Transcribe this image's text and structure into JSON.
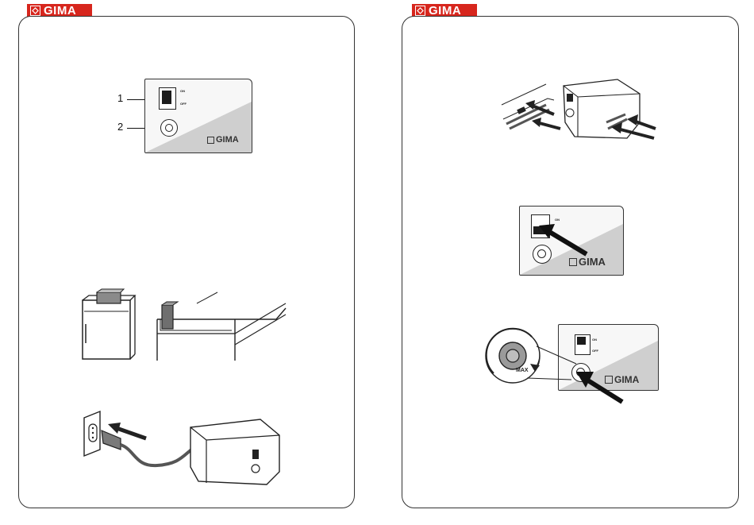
{
  "header": {
    "left_logo": "GIMA",
    "right_logo": "GIMA"
  },
  "figure_device_front": {
    "callout_1": "1",
    "callout_2": "2",
    "switch_on_label": "ON",
    "switch_off_label": "OFF",
    "brand_label": "GIMA"
  },
  "figure_switch_on": {
    "switch_on_label": "ON",
    "brand_label": "GIMA"
  },
  "figure_knob_max": {
    "knob_label": "MAX",
    "switch_on_label": "ON",
    "switch_off_label": "OFF",
    "brand_label": "GIMA"
  },
  "colors": {
    "brand_red": "#d7261d",
    "panel_border": "#333333",
    "face_shade": "#cfcfcf"
  }
}
